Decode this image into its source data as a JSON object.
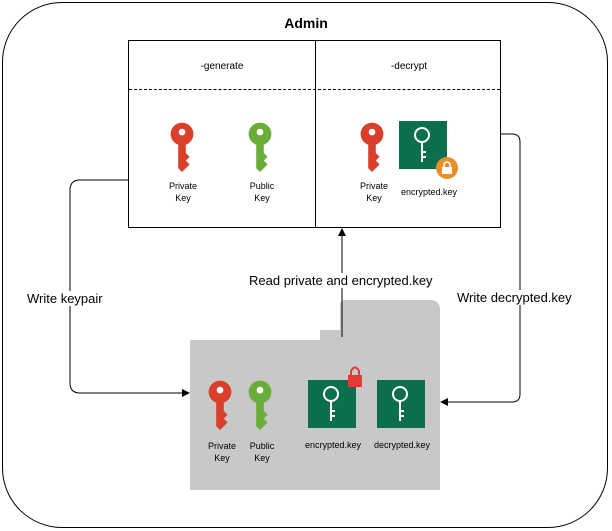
{
  "diagram": {
    "title": "Admin",
    "generate_label": "-generate",
    "decrypt_label": "-decrypt",
    "private_key_line1": "Private",
    "private_key_line2": "Key",
    "public_key_line1": "Public",
    "public_key_line2": "Key",
    "encrypted_key": "encrypted.key",
    "decrypted_key": "decrypted.key",
    "edge_write_keypair": "Write keypair",
    "edge_read": "Read private and encrypted.key",
    "edge_write_decrypted": "Write decrypted.key",
    "colors": {
      "private_key": "#D9402B",
      "public_key": "#6AAE3A",
      "file_tile": "#0B6E4F",
      "lock_orange": "#E8902A",
      "lock_red": "#E53935",
      "folder_gray": "#C8C8C8"
    }
  }
}
